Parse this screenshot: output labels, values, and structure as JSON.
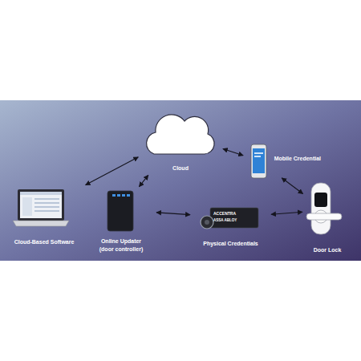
{
  "diagram": {
    "nodes": [
      {
        "text": [
          "Cloud"
        ]
      },
      {
        "text": [
          "Cloud-Based Software"
        ]
      },
      {
        "text": [
          "Online Updater",
          "(door controller)"
        ]
      },
      {
        "text": [
          "Physical Credentials"
        ]
      },
      {
        "text": [
          "Mobile Credential"
        ]
      },
      {
        "text": [
          "Door Lock"
        ]
      }
    ],
    "edges": [
      {
        "from": 0,
        "to": 1,
        "arrow": "both"
      },
      {
        "from": 0,
        "to": 2,
        "arrow": "both"
      },
      {
        "from": 0,
        "to": 4,
        "arrow": "both"
      },
      {
        "from": 4,
        "to": 5,
        "arrow": "both"
      },
      {
        "from": 2,
        "to": 3,
        "arrow": "both"
      },
      {
        "from": 3,
        "to": 5,
        "arrow": "both"
      }
    ],
    "labels": [
      "ACCENTRA",
      "ASSA ABLOY"
    ]
  }
}
